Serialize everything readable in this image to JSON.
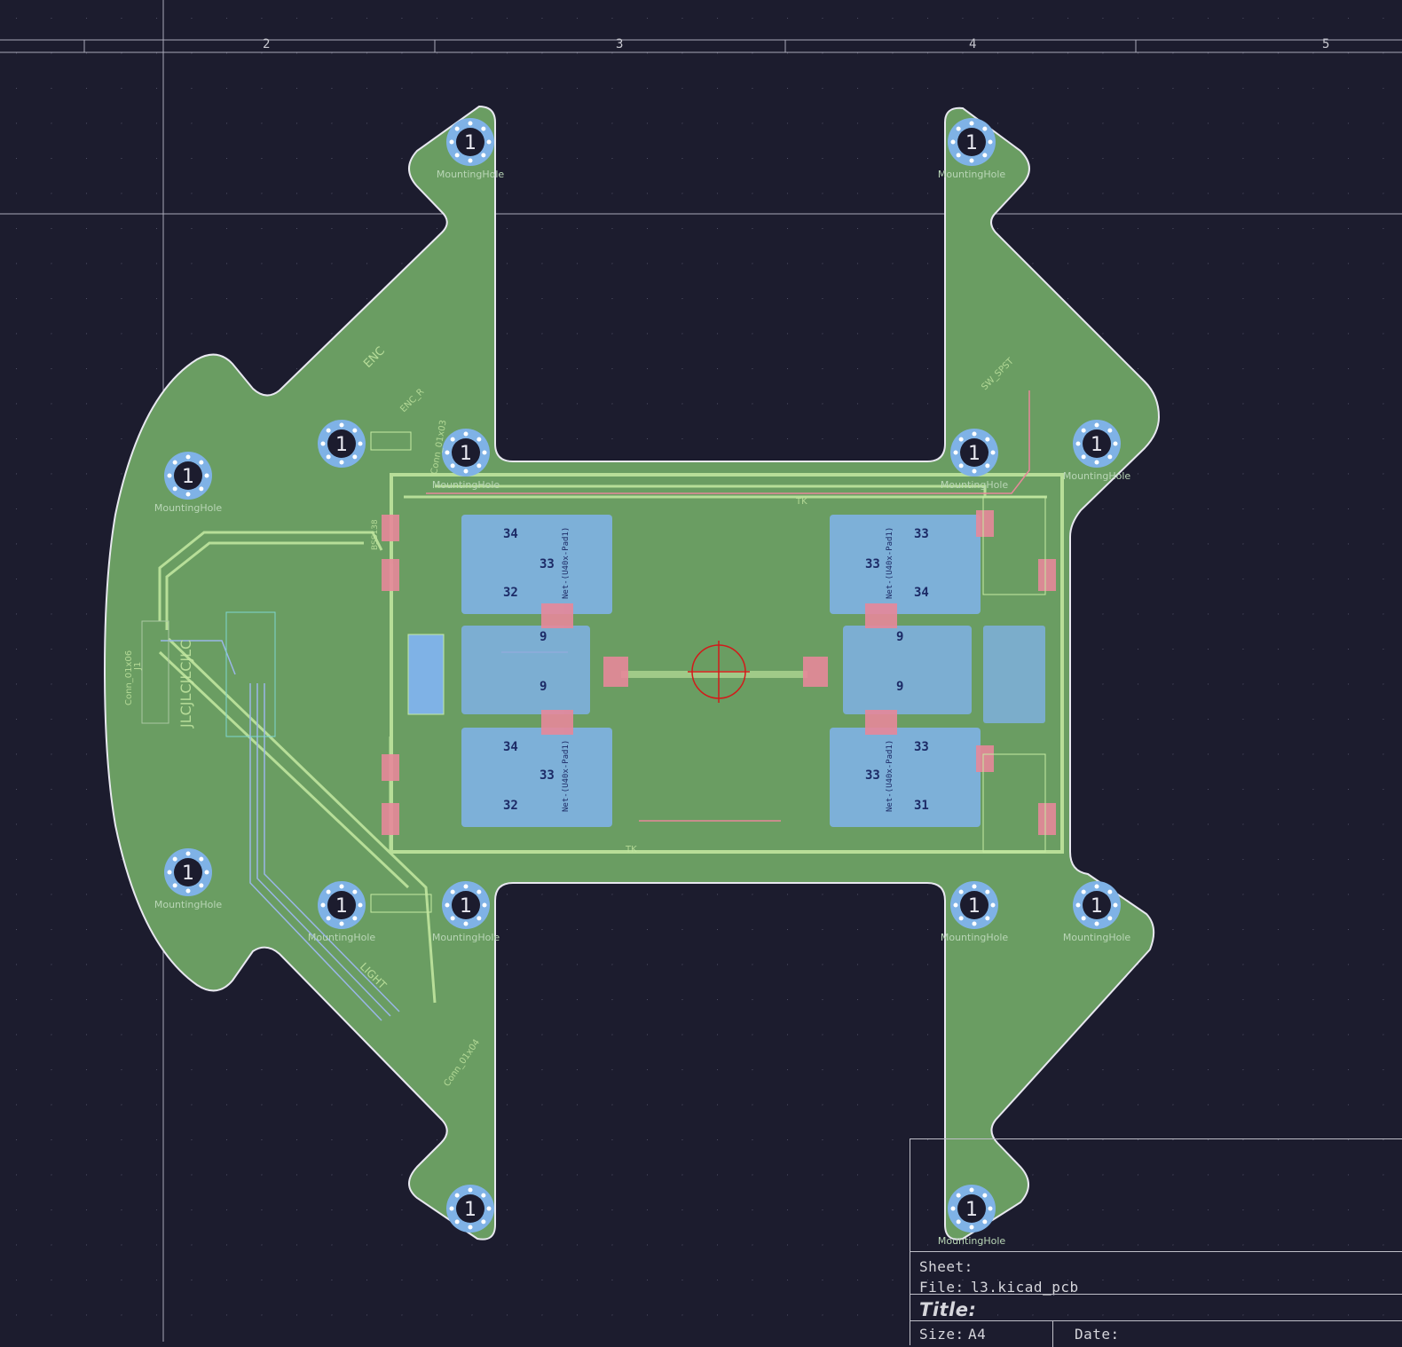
{
  "rulers": {
    "column_labels": [
      "2",
      "3",
      "4",
      "5"
    ]
  },
  "pcb": {
    "mounting_hole_pad": "1",
    "mounting_hole_label": "MountingHole",
    "silkscreen": {
      "jlc_text": "JLCJLCJLCJLC",
      "conn_left": "Conn_01x06",
      "ref_left": "J1",
      "enc_top": "ENC",
      "enc_bottom": "ENC_R",
      "light": "LIGHT",
      "conn_bottom": "Conn_01x04",
      "conn_mid": "Conn_01x03",
      "switch": "SW_SPST",
      "tk": "TK",
      "bss": "BSS138"
    },
    "module_labels": {
      "pin_a": "34",
      "pin_b": "33",
      "pin_c": "32",
      "pin_d": "31",
      "pin_e": "9",
      "net": "Net-(U40x-Pad1)"
    }
  },
  "colors": {
    "background": "#1c1c2e",
    "board": "#6a9d62",
    "board_edge": "#e8e8f0",
    "copper_pad": "#7fb2e6",
    "front_copper": "#e7889a",
    "silk": "#c4e7a2",
    "trace": "#c5eaa2",
    "crosshair": "#d21a1a"
  },
  "title_block": {
    "sheet_label": "Sheet:",
    "file_label": "File:",
    "file_name": "l3.kicad_pcb",
    "title_label": "Title:",
    "size_label": "Size:",
    "size_value": "A4",
    "date_label": "Date:"
  }
}
